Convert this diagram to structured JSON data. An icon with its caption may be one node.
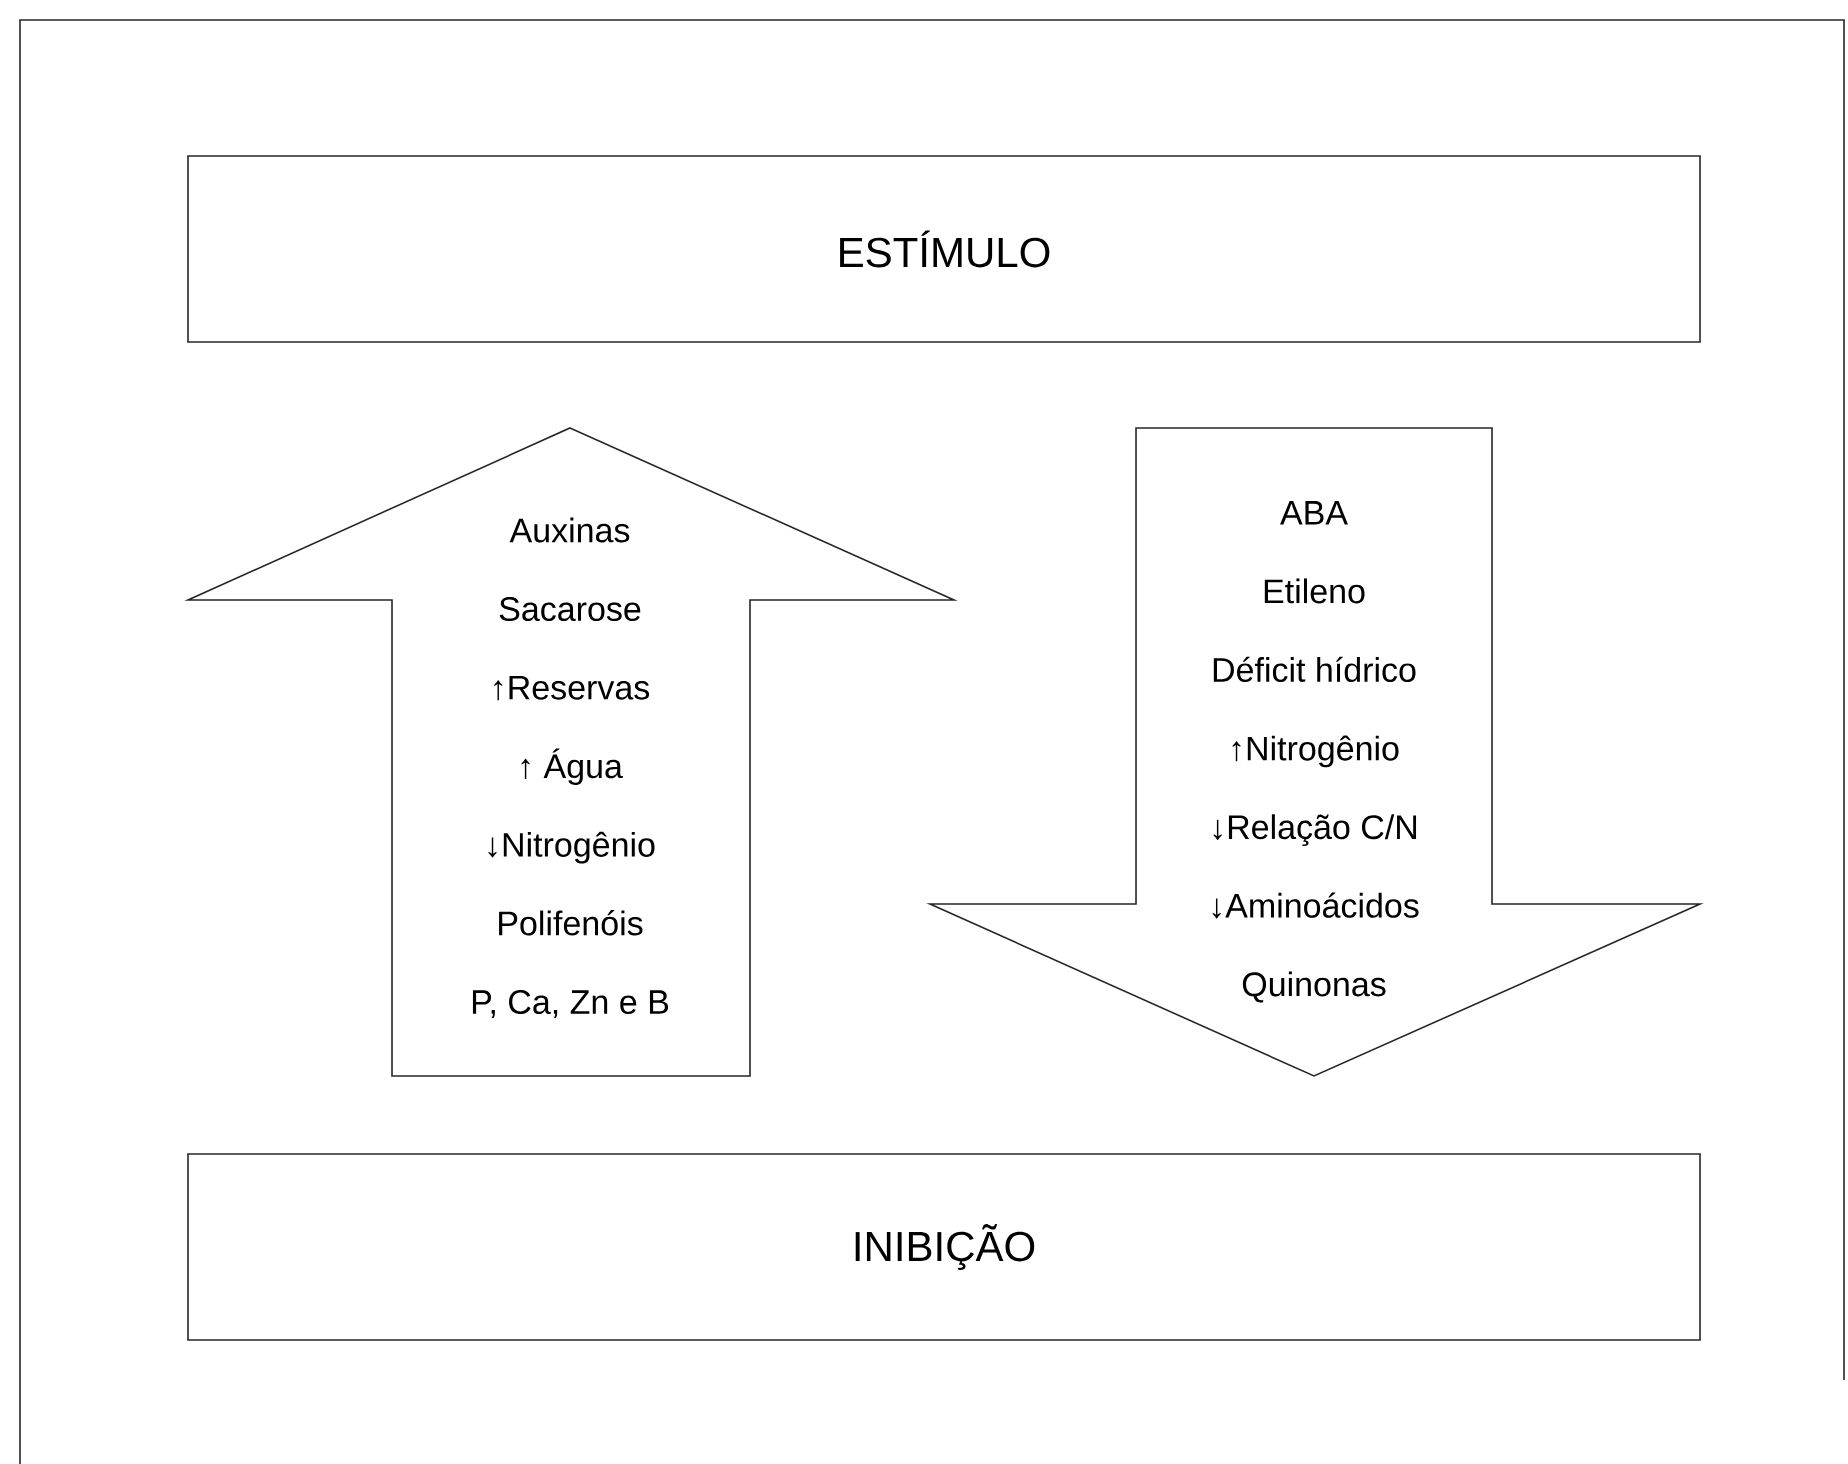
{
  "diagram": {
    "nodes": [
      {
        "text": [
          "ESTÍMULO"
        ]
      },
      {
        "text": [
          "Auxinas",
          "Sacarose",
          "↑Reservas",
          "↑ Água",
          "↓Nitrogênio",
          "Polifenóis",
          "P, Ca, Zn e B"
        ]
      },
      {
        "text": [
          "ABA",
          "Etileno",
          "Déficit hídrico",
          "↑Nitrogênio",
          "↓Relação C/N",
          "↓Aminoácidos",
          "Quinonas"
        ]
      },
      {
        "text": [
          "INIBIÇÃO"
        ]
      }
    ]
  }
}
